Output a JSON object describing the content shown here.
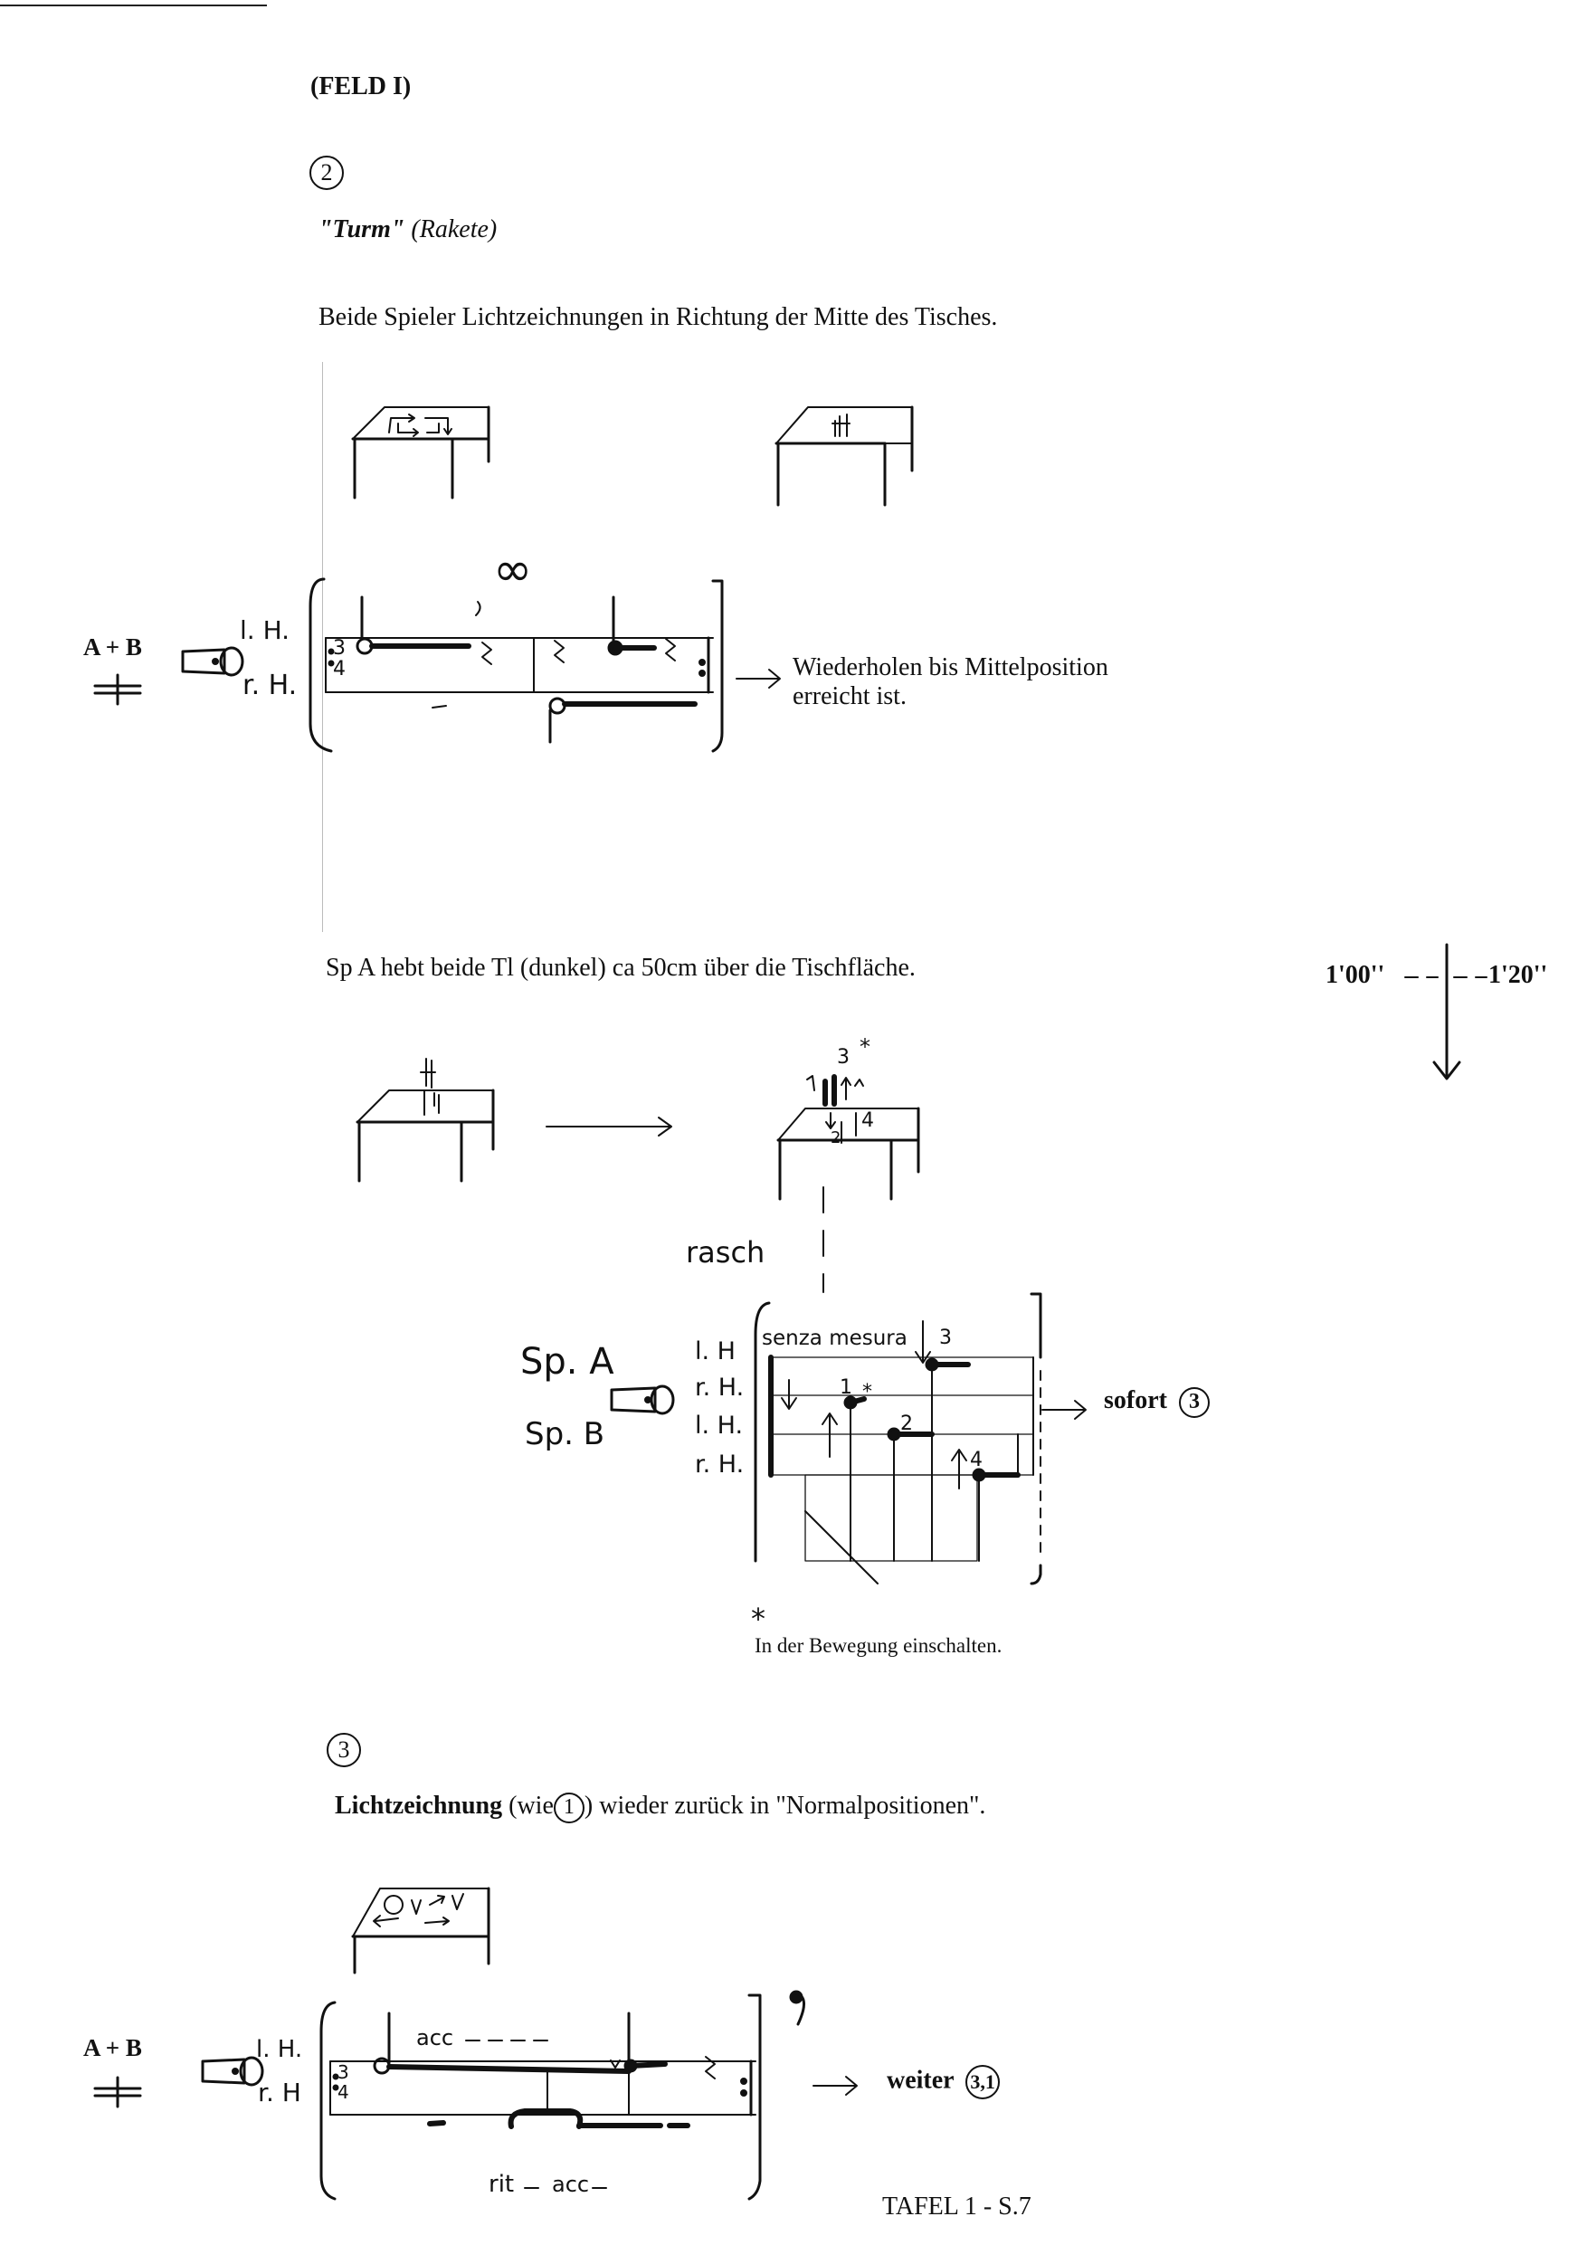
{
  "field_title": "(FELD I)",
  "section2": {
    "number": "2",
    "title_main": "\"Turm\"",
    "title_sub": "(Rakete)",
    "instruction": "Beide Spieler Lichtzeichnungen in Richtung der Mitte des Tisches.",
    "players": "A + B",
    "hand_lh": "l. H.",
    "hand_rh": "r. H.",
    "repeat_sign": "∞",
    "time_sig_top": "3",
    "time_sig_bottom": "4",
    "repeat_text_line1": "Wiederholen bis Mittelposition",
    "repeat_text_line2": "erreicht ist.",
    "sp_a_text": "Sp A hebt beide Tl (dunkel) ca 50cm über die Tischfläche.",
    "timing_start": "1'00''",
    "timing_end": "1'20''",
    "tempo": "rasch",
    "senza": "senza mesura",
    "sp_a_label": "Sp. A",
    "sp_b_label": "Sp. B",
    "hand_labels": [
      "l. H",
      "r. H.",
      "l. H.",
      "r. H."
    ],
    "note_numbers": [
      "1",
      "2",
      "3",
      "4"
    ],
    "asterisk": "*",
    "next_text": "sofort",
    "next_number": "3",
    "footnote_star": "*",
    "footnote": "In der Bewegung einschalten."
  },
  "section3": {
    "number": "3",
    "text_bold": "Lichtzeichnung",
    "text_paren_open": "(wie",
    "ref_number": "1",
    "text_rest": ") wieder zurück in \"Normalpositionen\".",
    "players": "A + B",
    "hand_lh": "l. H.",
    "hand_rh": "r. H",
    "time_sig_top": "3",
    "time_sig_bottom": "4",
    "upper_marking": "acc",
    "lower_marking_rit": "rit",
    "lower_marking_acc": "acc",
    "next_text": "weiter",
    "next_number": "3,1"
  },
  "footer": {
    "page": "TAFEL 1 -  S.7"
  }
}
